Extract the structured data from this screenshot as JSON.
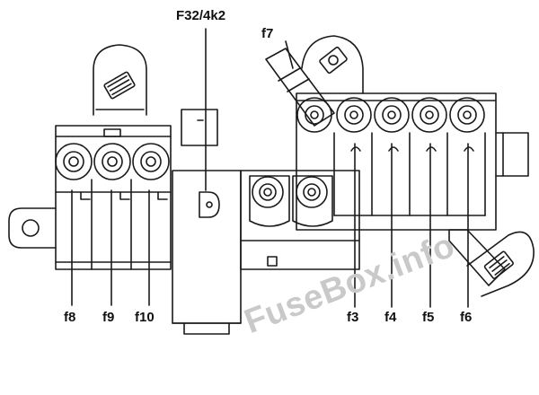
{
  "labels": {
    "main": "F32/4k2",
    "f7": "f7",
    "f8": "f8",
    "f9": "f9",
    "f10": "f10",
    "f3": "f3",
    "f4": "f4",
    "f5": "f5",
    "f6": "f6"
  },
  "watermark": "FuseBox.info",
  "colors": {
    "line": "#1a1a1a",
    "background": "#ffffff",
    "watermark": "#c9c9c9"
  }
}
